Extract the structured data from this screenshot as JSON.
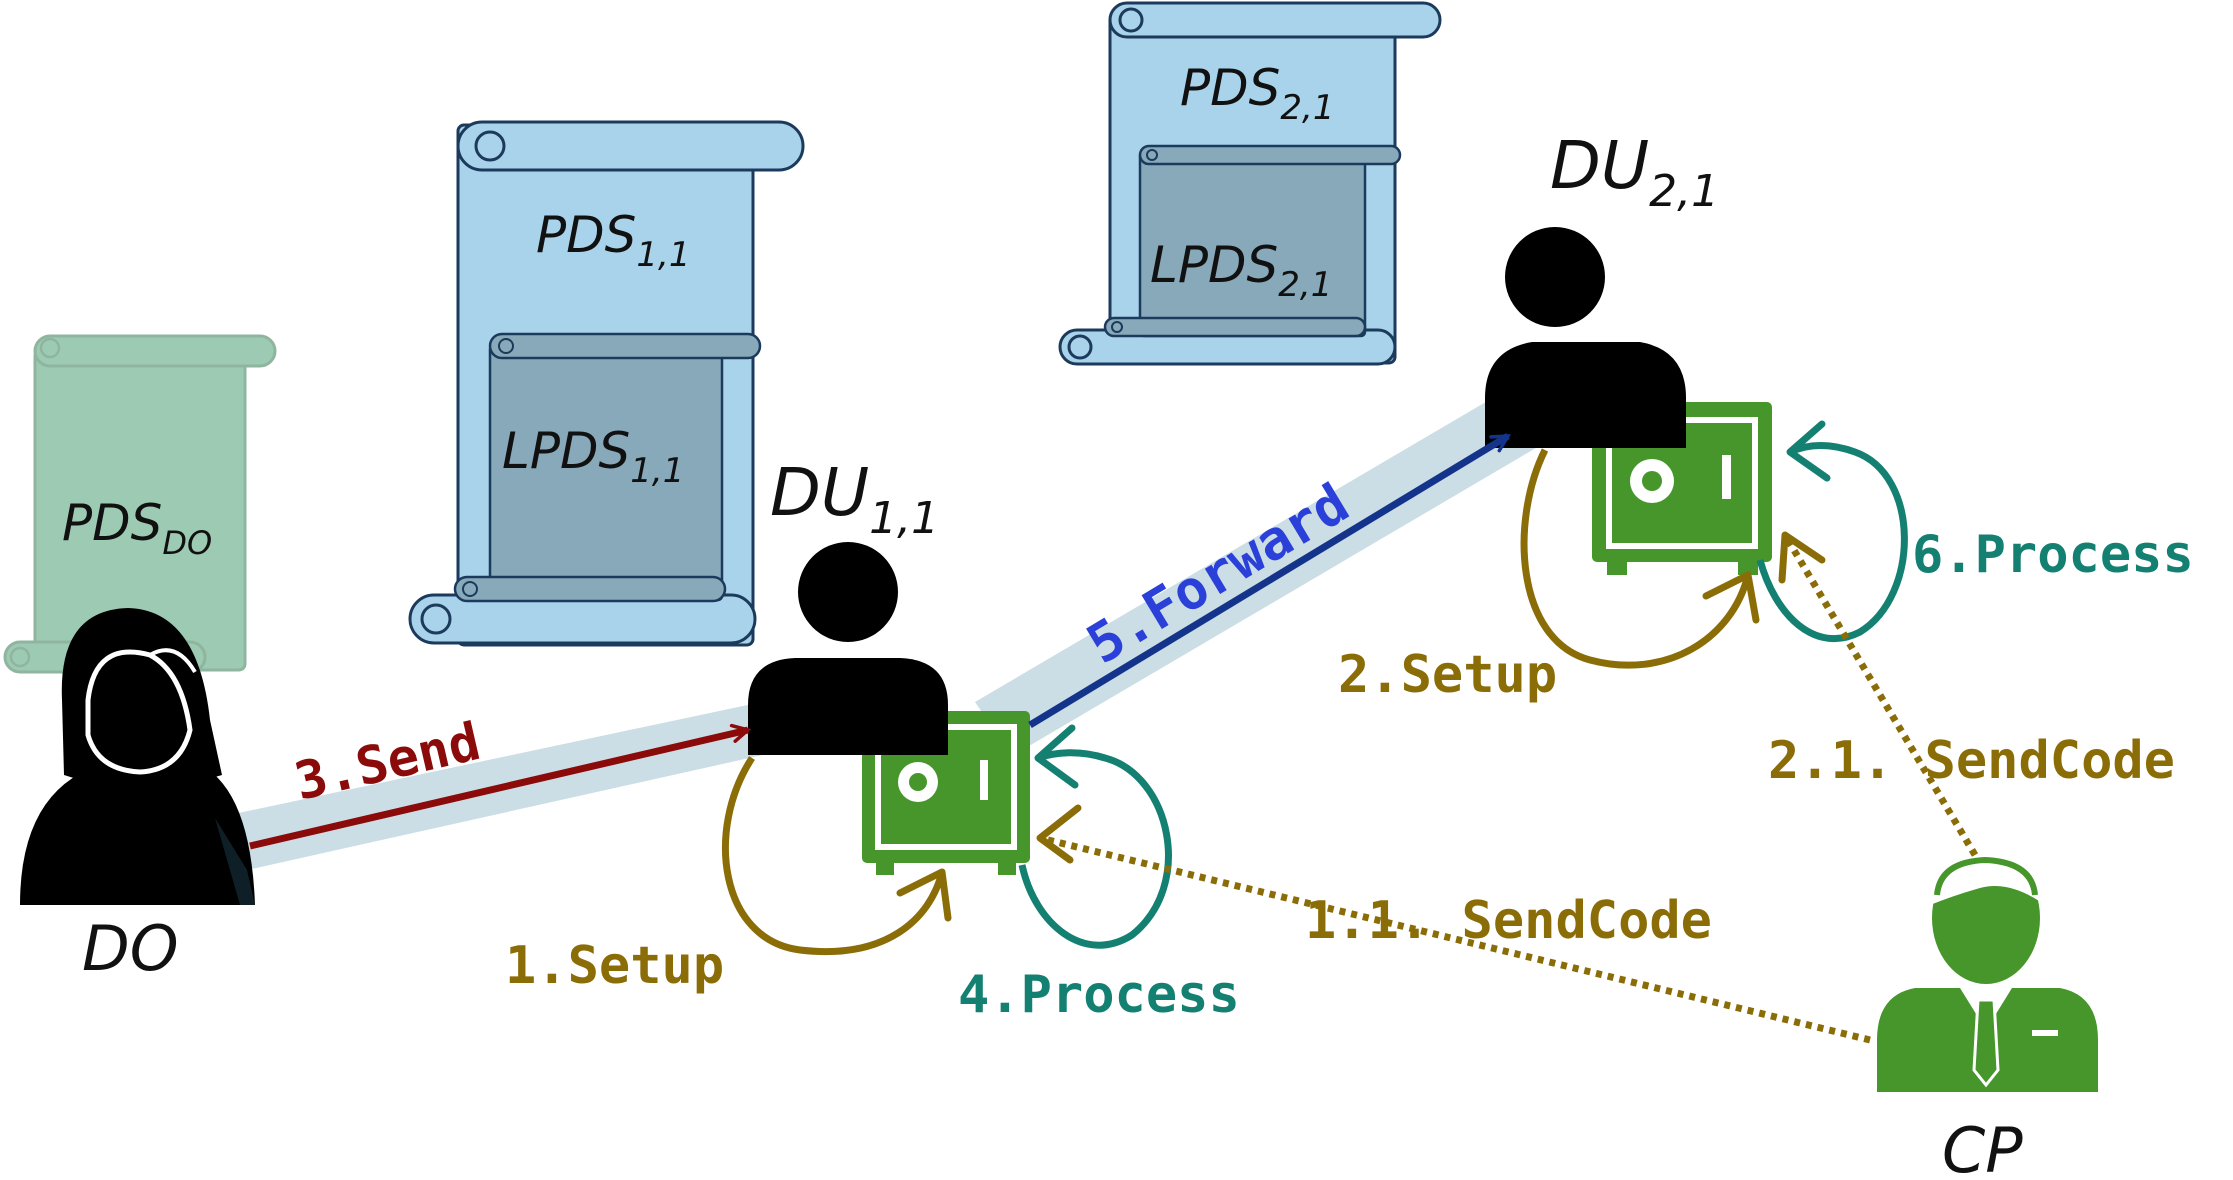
{
  "documents": {
    "pds_do": {
      "base": "PDS",
      "sub": "DO"
    },
    "pds_11": {
      "base": "PDS",
      "sub": "1,1"
    },
    "lpds_11": {
      "base": "LPDS",
      "sub": "1,1"
    },
    "pds_21": {
      "base": "PDS",
      "sub": "2,1"
    },
    "lpds_21": {
      "base": "LPDS",
      "sub": "2,1"
    }
  },
  "actors": {
    "do": {
      "label": "DO"
    },
    "du_11": {
      "base": "DU",
      "sub": "1,1"
    },
    "du_21": {
      "base": "DU",
      "sub": "2,1"
    },
    "cp": {
      "label": "CP"
    }
  },
  "steps": {
    "send": "3.Send",
    "forward": "5.Forward",
    "setup_1": "1.Setup",
    "process_4": "4.Process",
    "setup_2": "2.Setup",
    "process_6": "6.Process",
    "sendcode_11": "1.1. SendCode",
    "sendcode_21": "2.1. SendCode"
  },
  "colors": {
    "scroll_green": "#9DCAB3",
    "scroll_blue": "#A9D3EA",
    "scroll_inner": "#87A9BA",
    "band": "#CBDDE5",
    "send": "#8B0A0A",
    "forward": "#14348C",
    "forward_label": "#2B3FD9",
    "setup": "#8B6D08",
    "process": "#148072",
    "safe": "#46962B",
    "person": "#000000"
  }
}
